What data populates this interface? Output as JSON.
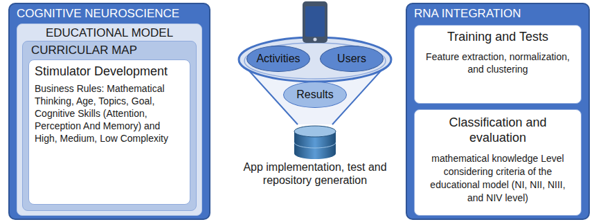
{
  "diagram": {
    "nodes": [
      {
        "text": [
          "COGNITIVE NEUROSCIENCE"
        ]
      },
      {
        "text": [
          "EDUCATIONAL MODEL"
        ],
        "in": 0
      },
      {
        "text": [
          "CURRICULAR MAP"
        ],
        "in": 1
      },
      {
        "text": [
          "Stimulator Development",
          "Business Rules: Mathematical Thinking, Age, Topics, Goal, Cognitive Skills (Attention, Perception And Memory) and High, Medium, Low Complexity"
        ],
        "in": 2
      },
      {
        "text": [
          "Activities"
        ]
      },
      {
        "text": [
          "Users"
        ]
      },
      {
        "text": [
          "Results"
        ]
      },
      {
        "text": [
          "RNA INTEGRATION"
        ]
      },
      {
        "text": [
          "Training and Tests",
          "Feature extraction, normalization, and clustering"
        ],
        "in": 7
      },
      {
        "text": [
          "Classification and evaluation",
          "mathematical knowledge Level considering criteria of the educational model (NI, NII, NIII, and NIV level)"
        ],
        "in": 7
      }
    ],
    "labels": [
      "App implementation, test and repository generation"
    ]
  }
}
